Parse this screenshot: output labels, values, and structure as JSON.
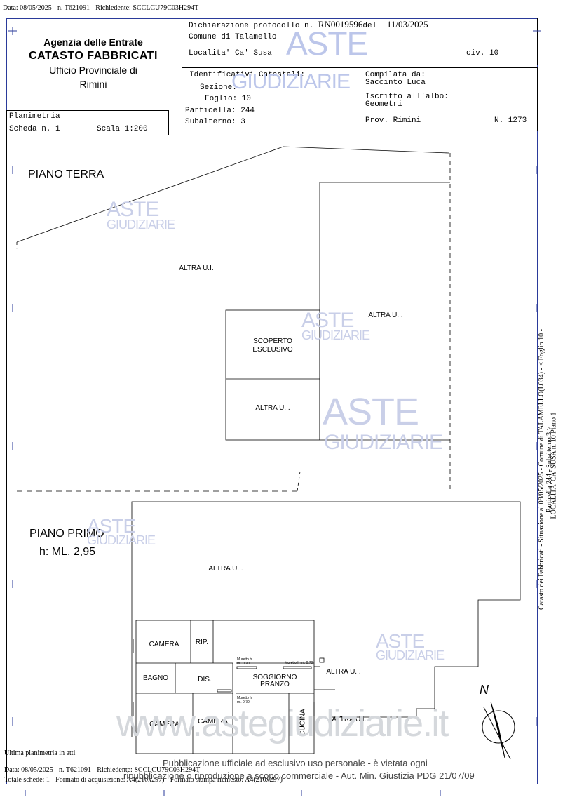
{
  "top_line": "Data: 08/05/2025 - n. T621091 - Richiedente: SCCLCU79C03H294T",
  "agency": {
    "line1": "Agenzia delle Entrate",
    "line2": "CATASTO FABBRICATI",
    "line3": "Ufficio Provinciale di",
    "line4": "Rimini"
  },
  "sheet": {
    "type": "Planimetria",
    "scheda": "Scheda n. 1",
    "scala": "Scala 1:200"
  },
  "declaration": {
    "label": "Dichiarazione protocollo n.",
    "number": "RN0019596",
    "del_label": "del",
    "date": "11/03/2025",
    "comune": "Comune di Talamello",
    "localita": "Localita' Ca' Susa",
    "civ": "civ. 10"
  },
  "identificativi": {
    "title": "Identificativi Catastali:",
    "sezione": "Sezione:",
    "foglio": "Foglio: 10",
    "particella": "Particella: 244",
    "subalterno": "Subalterno: 3"
  },
  "compilata": {
    "label": "Compilata da:",
    "name": "Saccinto Luca",
    "albo_label": "Iscritto all'albo:",
    "albo": "Geometri",
    "prov": "Prov. Rimini",
    "num": "N. 1273"
  },
  "plan": {
    "piano_terra": "PIANO TERRA",
    "piano_primo": "PIANO PRIMO",
    "height": "h: ML. 2,95",
    "rooms": {
      "altra1": "ALTRA U.I.",
      "altra2": "ALTRA U.I.",
      "scoperto1": "SCOPERTO",
      "scoperto2": "ESCLUSIVO",
      "altra3": "ALTRA U.I.",
      "altra4": "ALTRA U.I.",
      "camera1": "CAMERA",
      "rip": "RIP.",
      "bagno": "BAGNO",
      "dis": "DIS.",
      "soggiorno1": "SOGGIORNO",
      "soggiorno2": "PRANZO",
      "camera2": "CAMERA",
      "camera3": "CAMERA",
      "cucina": "CUCINA",
      "altra5": "ALTRA U.I.",
      "altra6": "ALTRA U.I."
    },
    "muretti1": "Muretto h ml. 0,70",
    "muretti2": "Muretto h ml. 0,70",
    "muretti3": "Muretto h ml. 0,70",
    "north": "N"
  },
  "watermark": {
    "aste": "ASTE",
    "giudiziarie": "GIUDIZIARIE",
    "site": "www.astegiudiziarie.it"
  },
  "footer": {
    "ultima": "Ultima planimetria in atti",
    "line1": "Data: 08/05/2025 - n. T621091 - Richiedente: SCCLCU79C03H294T",
    "line2": "Totale schede: 1 - Formato di acquisizione: A4(210x297) - Formato stampa richiesto: A4(210x297)",
    "notice1": "Pubblicazione ufficiale ad esclusivo uso personale - è vietata ogni",
    "notice2": "ripubblicazione o riproduzione a scopo commerciale - Aut. Min. Giustizia PDG 21/07/09"
  },
  "side_text": {
    "line1": "Catasto dei Fabbricati - Situazione al 08/05/2025 - Comune di TALAMELLO(L034) - < Foglio 10 - Particella 244 - Subalterno 3 >",
    "line2": "LOCALITA' CA' SUSA n. 10 Piano 1"
  }
}
